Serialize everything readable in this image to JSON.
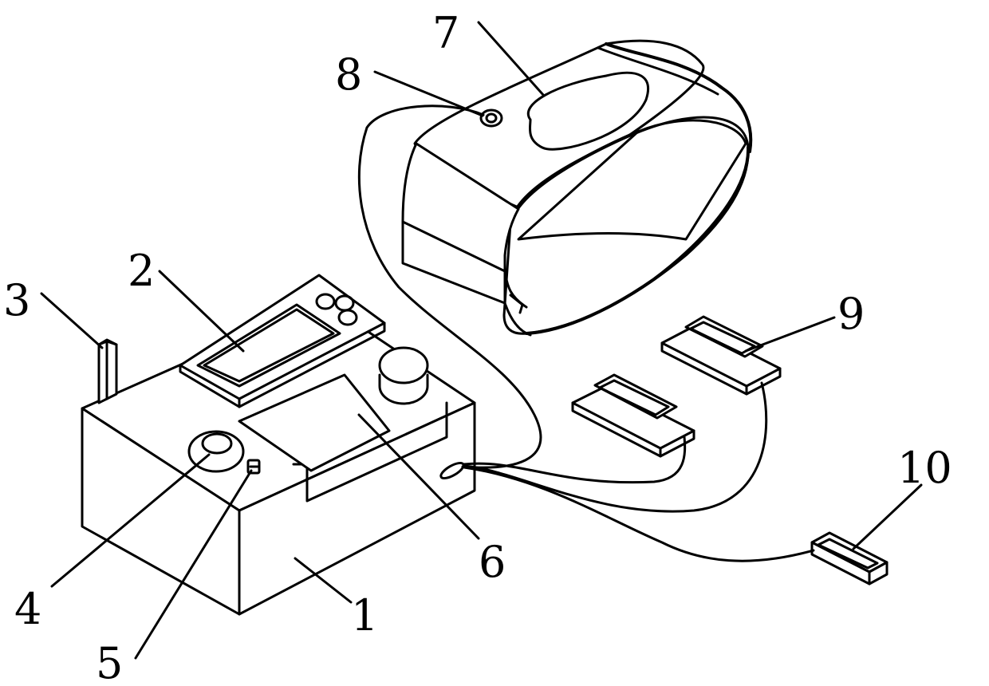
{
  "labels": {
    "device_body": "1",
    "display_panel": "2",
    "antenna": "3",
    "round_button": "4",
    "small_switch": "5",
    "slot_cover": "6",
    "waist_belt": "7",
    "belt_connector": "8",
    "electrode_pad": "9",
    "plug": "10"
  }
}
